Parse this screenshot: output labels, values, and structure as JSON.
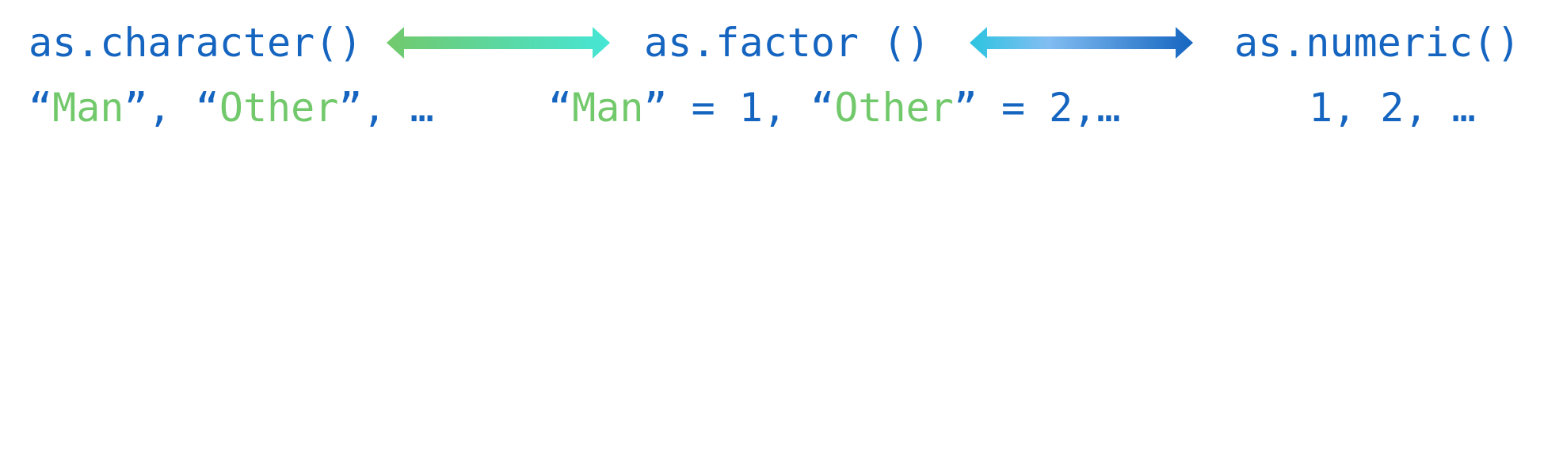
{
  "functions": {
    "character": "as.character()",
    "factor": "as.factor ()",
    "numeric": "as.numeric()"
  },
  "examples": {
    "character": {
      "q1": "“",
      "man": "Man",
      "sep1": "”, “",
      "other": "Other",
      "tail": "”, …"
    },
    "factor": {
      "q1": "“",
      "man": "Man",
      "mid": "” = 1, “",
      "other": "Other",
      "tail": "” = 2,…"
    },
    "numeric": "1, 2, …"
  },
  "colors": {
    "text_blue": "#1565c0",
    "text_green": "#72c96b",
    "arrow_left_start": "#72c96b",
    "arrow_left_end": "#45e6d6",
    "arrow_right_start": "#2bc4e0",
    "arrow_right_mid": "#82bdf2",
    "arrow_right_end": "#1565c0"
  },
  "icons": [
    "double-headed-arrow-icon",
    "double-headed-arrow-icon"
  ]
}
